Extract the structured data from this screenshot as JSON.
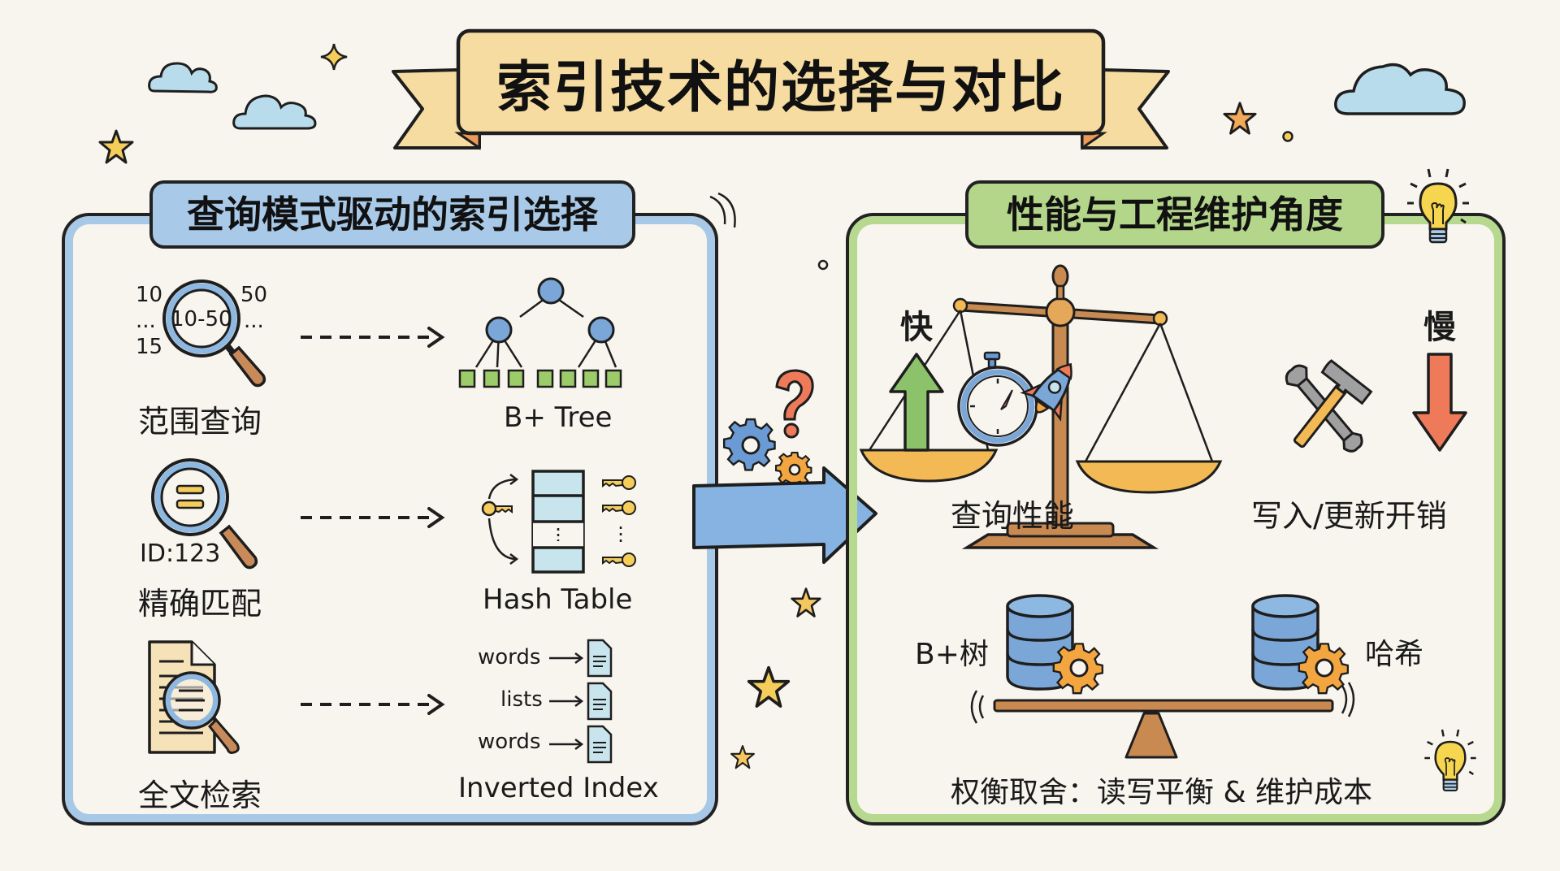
{
  "title": "索引技术的选择与对比",
  "left_panel": {
    "header": "查询模式驱动的索引选择",
    "rows": [
      {
        "query_label": "范围查询",
        "query_icon": "magnifier-range-icon",
        "range_numbers": {
          "top_left": "10",
          "top_right": "50",
          "bottom_left": "15",
          "lens_text": "10-50",
          "ellipsis_left": "...",
          "ellipsis_right": "..."
        },
        "index_label": "B+ Tree",
        "index_icon": "bplus-tree-icon"
      },
      {
        "query_label": "精确匹配",
        "query_icon": "magnifier-equals-icon",
        "id_text": "ID:123",
        "index_label": "Hash Table",
        "index_icon": "hash-table-icon"
      },
      {
        "query_label": "全文检索",
        "query_icon": "document-search-icon",
        "postings": [
          "words",
          "lists",
          "words"
        ],
        "index_label": "Inverted Index",
        "index_icon": "inverted-index-icon"
      }
    ]
  },
  "right_panel": {
    "header": "性能与工程维护角度",
    "fast_label": "快",
    "slow_label": "慢",
    "left_pan_label": "查询性能",
    "right_pan_label": "写入/更新开销",
    "seesaw": {
      "left_label": "B+树",
      "right_label": "哈希"
    },
    "conclusion": "权衡取舍：读写平衡 & 维护成本"
  },
  "colors": {
    "background": "#f8f5ee",
    "title_banner": "#f6dca0",
    "left_accent": "#a8c9e8",
    "right_accent": "#b3d68a",
    "up_arrow": "#8cc36a",
    "down_arrow": "#ef7a5a",
    "scale_wood": "#c98a52",
    "pan": "#f2b955",
    "gear_orange": "#f3a640",
    "gear_blue": "#6b9bd4",
    "star": "#f5cd5a"
  }
}
